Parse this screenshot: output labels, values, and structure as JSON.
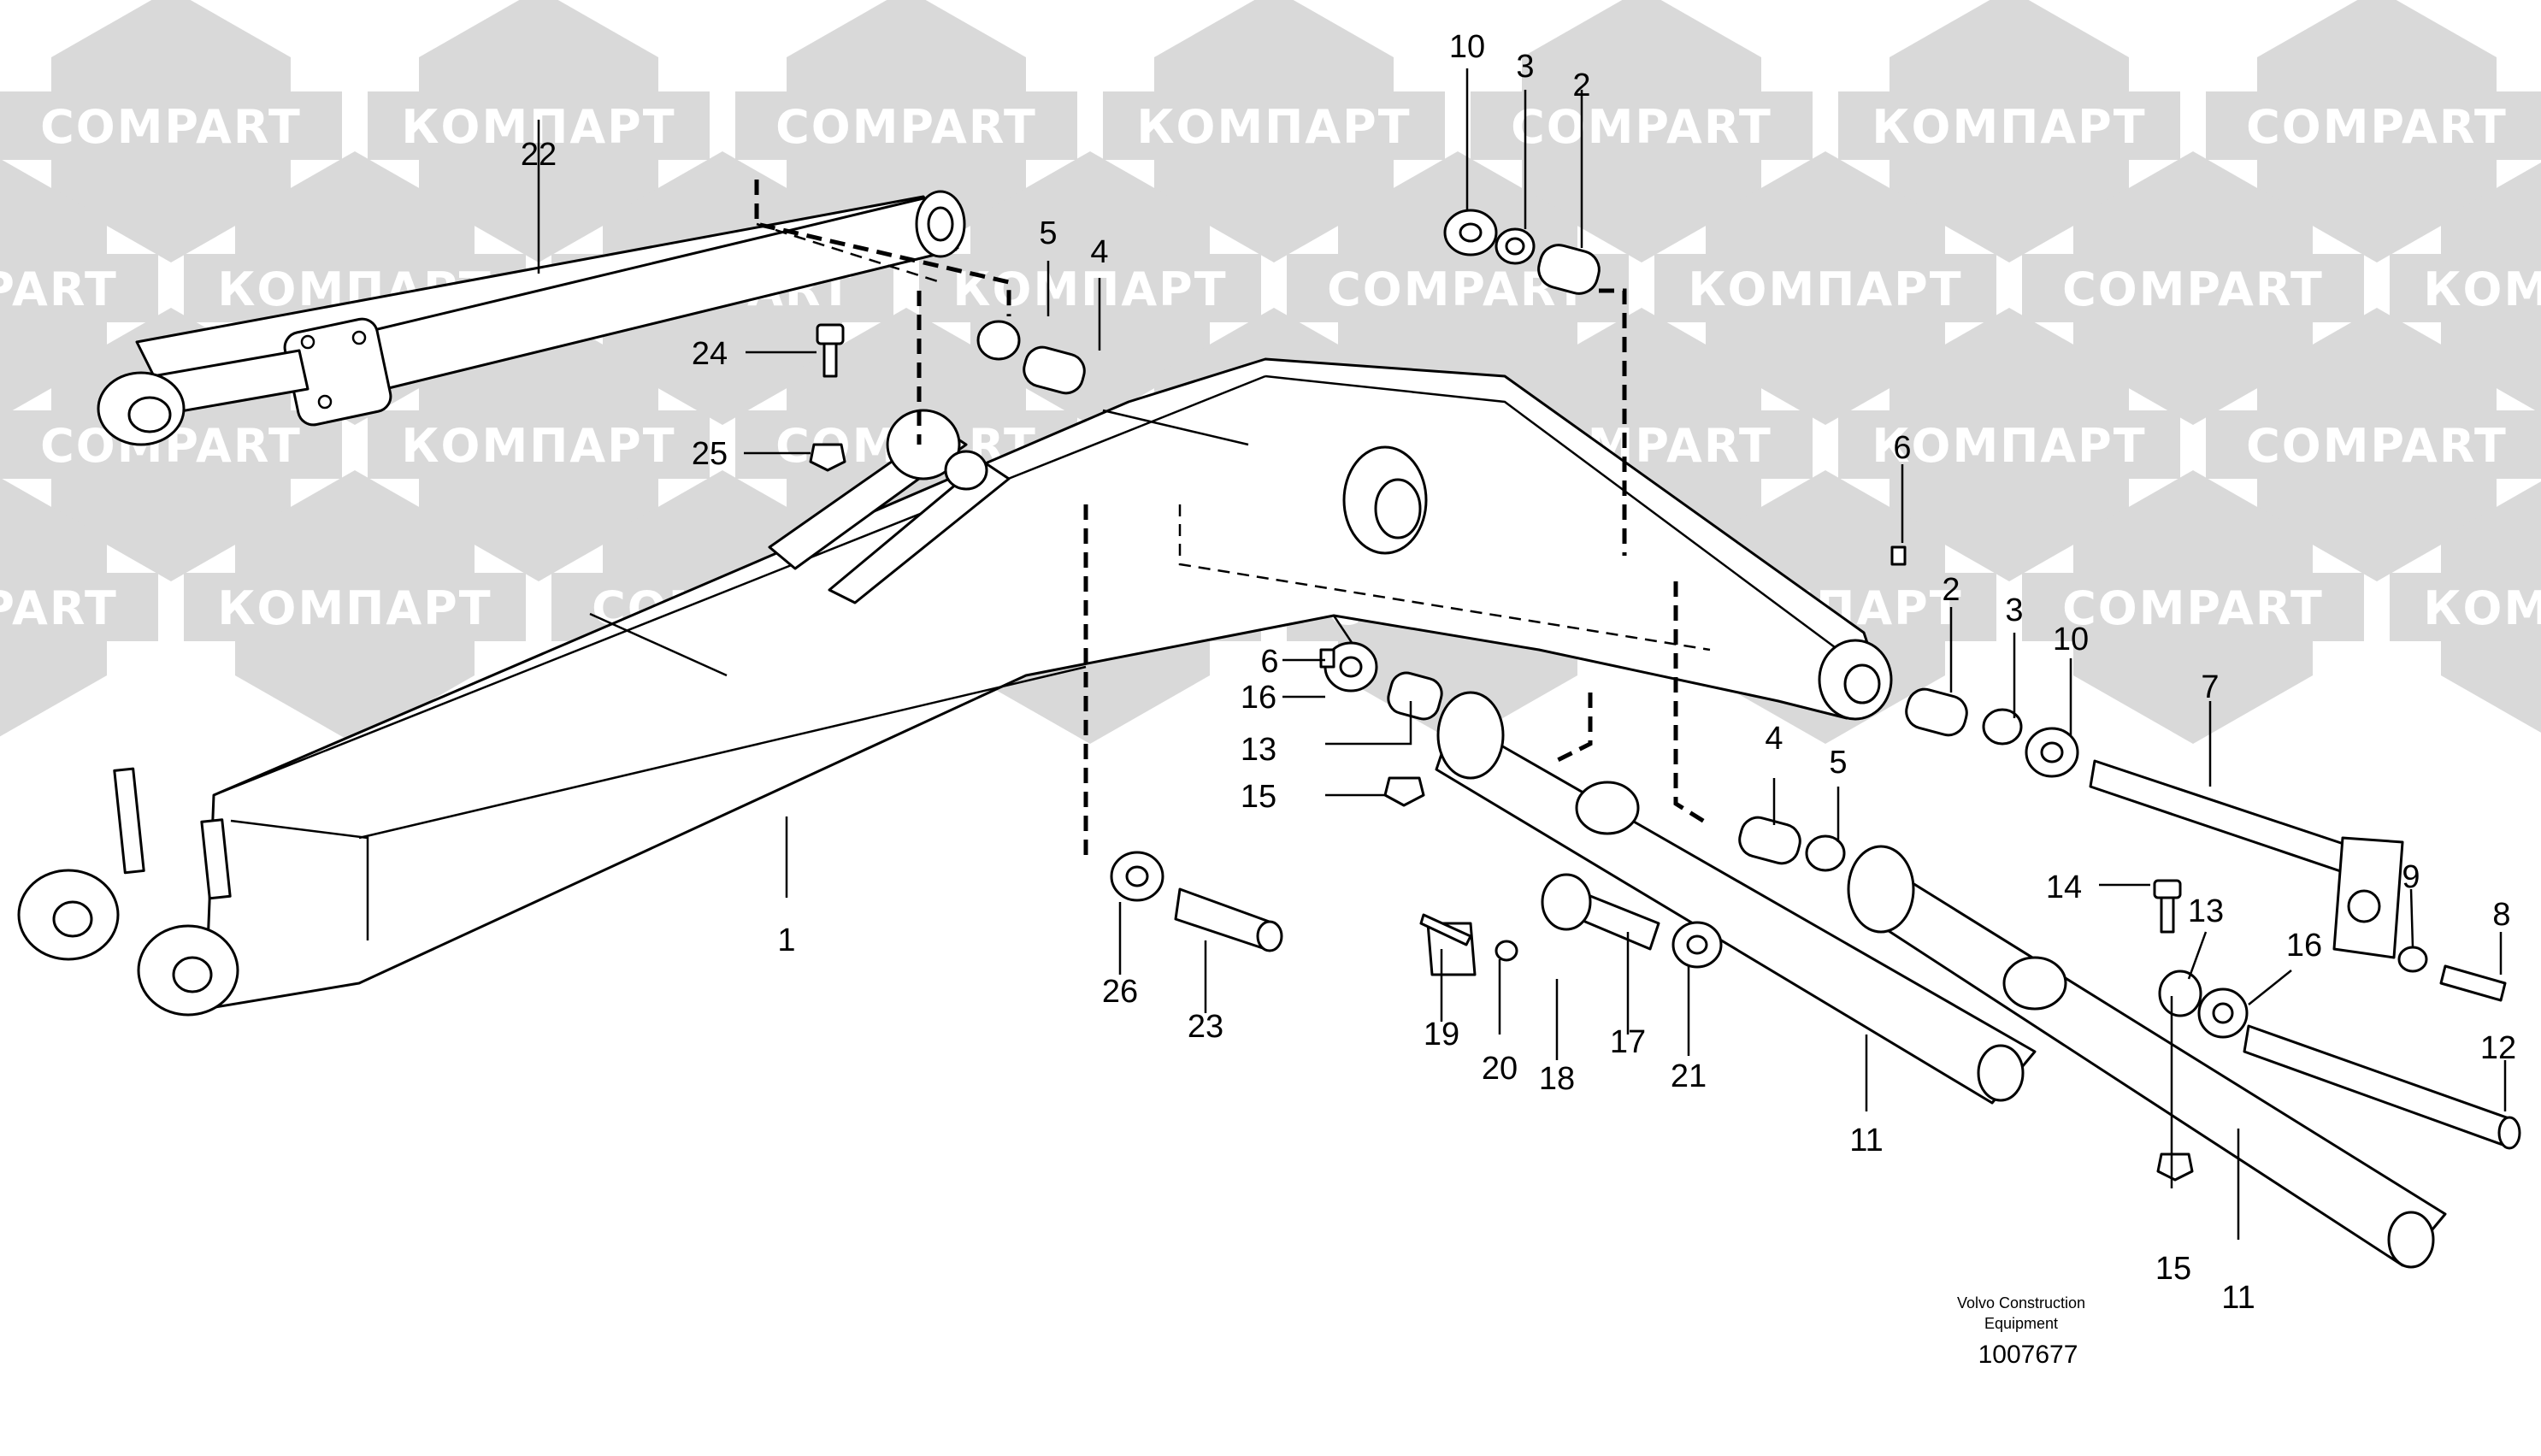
{
  "watermark": {
    "label_cyrillic": "КОМПАРТ",
    "label_latin": "COMPART",
    "color": "#d9d9d9",
    "text_color": "#ffffff"
  },
  "callouts": {
    "c1": "1",
    "c2a": "2",
    "c2b": "2",
    "c3a": "3",
    "c3b": "3",
    "c4a": "4",
    "c4b": "4",
    "c5a": "5",
    "c5b": "5",
    "c6a": "6",
    "c6b": "6",
    "c7": "7",
    "c8": "8",
    "c9": "9",
    "c10a": "10",
    "c10b": "10",
    "c11a": "11",
    "c11b": "11",
    "c12": "12",
    "c13a": "13",
    "c13b": "13",
    "c14": "14",
    "c15a": "15",
    "c15b": "15",
    "c16a": "16",
    "c16b": "16",
    "c17": "17",
    "c18": "18",
    "c19": "19",
    "c20": "20",
    "c21": "21",
    "c22": "22",
    "c23": "23",
    "c24": "24",
    "c25": "25",
    "c26": "26"
  },
  "caption": {
    "line1": "Volvo Construction",
    "line2": "Equipment",
    "number": "1007677"
  }
}
